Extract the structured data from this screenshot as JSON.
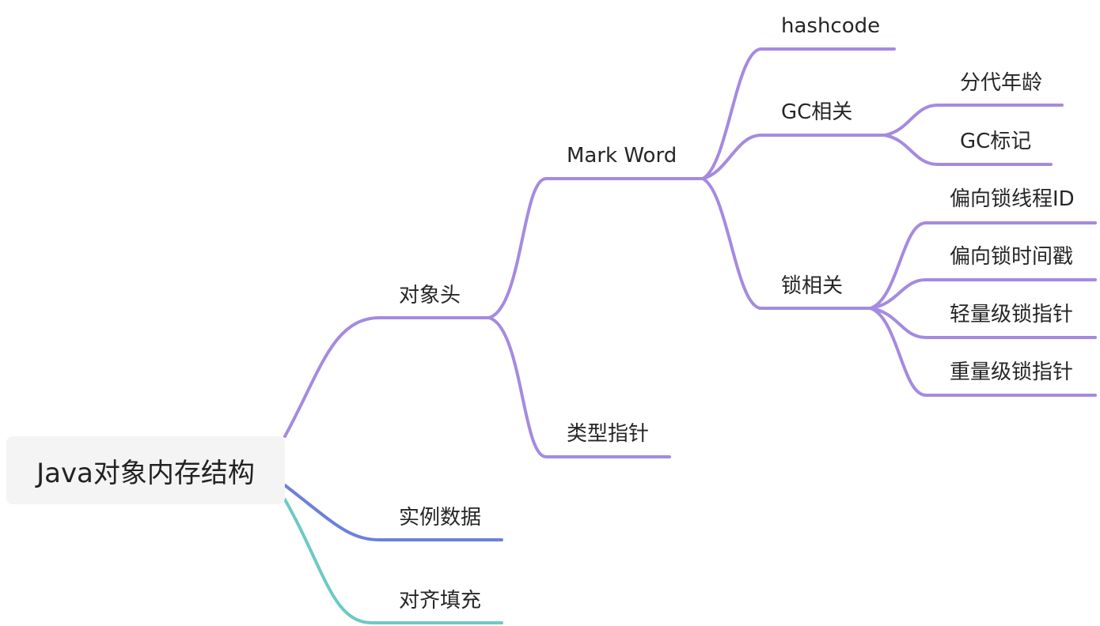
{
  "root": {
    "label": "Java对象内存结构"
  },
  "colors": {
    "purple": "#a58ae0",
    "blue": "#6c7fdc",
    "teal": "#6ec9c3"
  },
  "nodes": {
    "object_header": "对象头",
    "instance_data": "实例数据",
    "padding": "对齐填充",
    "mark_word": "Mark Word",
    "type_pointer": "类型指针",
    "hashcode": "hashcode",
    "gc_related": "GC相关",
    "lock_related": "锁相关",
    "gen_age": "分代年龄",
    "gc_mark": "GC标记",
    "biased_thread_id": "偏向锁线程ID",
    "biased_timestamp": "偏向锁时间戳",
    "lightweight_ptr": "轻量级锁指针",
    "heavyweight_ptr": "重量级锁指针"
  }
}
